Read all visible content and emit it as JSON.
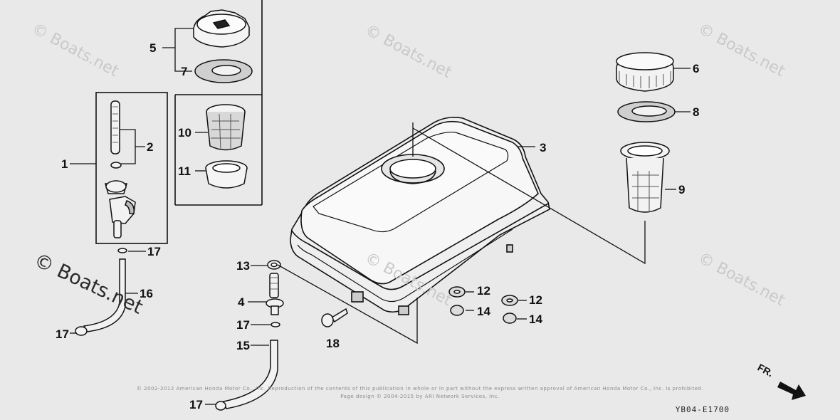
{
  "watermarks": [
    "© Boats.net",
    "© Boats.net",
    "© Boats.net",
    "© Boats.net",
    "© Boats.net",
    "© Boats.net"
  ],
  "parts": {
    "p1": "1",
    "p2": "2",
    "p3": "3",
    "p4": "4",
    "p5": "5",
    "p6": "6",
    "p7": "7",
    "p8": "8",
    "p9": "9",
    "p10": "10",
    "p11": "11",
    "p12a": "12",
    "p12b": "12",
    "p13": "13",
    "p14a": "14",
    "p14b": "14",
    "p15": "15",
    "p16": "16",
    "p17a": "17",
    "p17b": "17",
    "p17c": "17",
    "p17d": "17",
    "p18": "18"
  },
  "front_marker": "FR.",
  "copyright_line1": "© 2002-2012 American Honda Motor Co., Inc. Reproduction of the contents of this publication in whole or in part without the express written approval of American Honda Motor Co., Inc. is prohibited.",
  "copyright_line2": "Page design © 2004-2015 by ARI Network Services, Inc.",
  "diagram_code": "YB04-E1700"
}
